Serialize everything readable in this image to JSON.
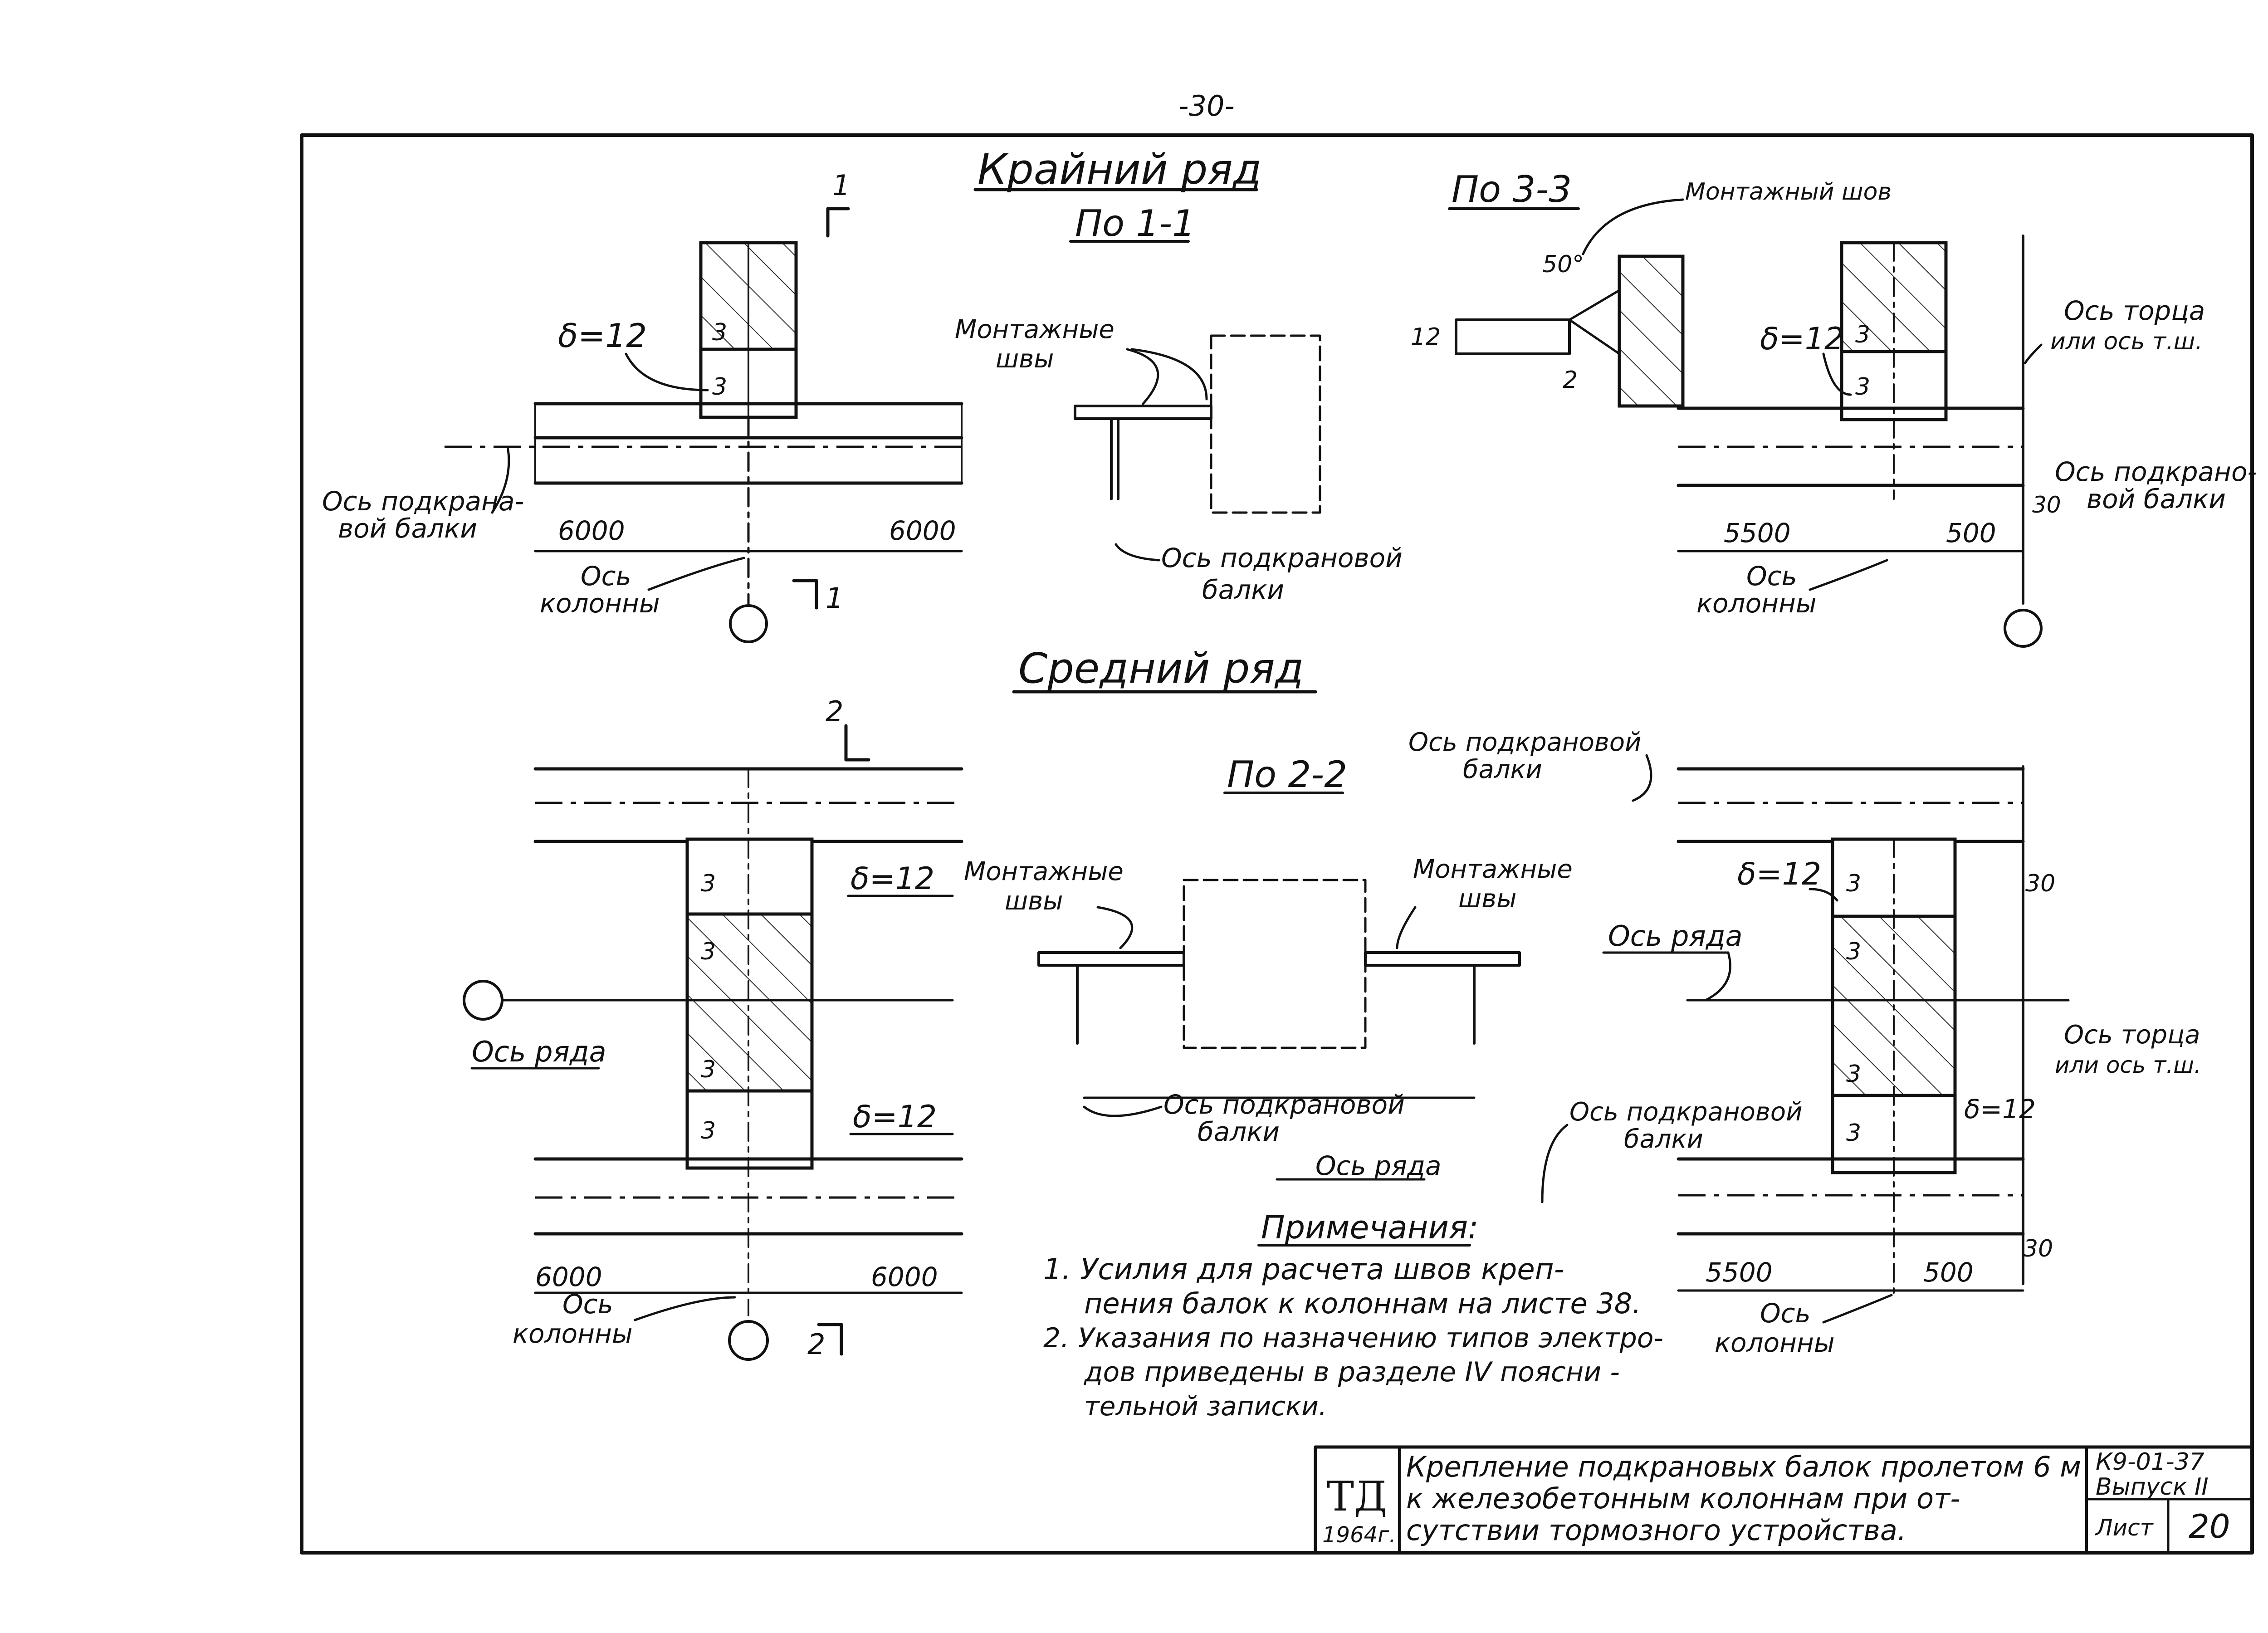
{
  "page_number": "-30-",
  "headings": {
    "edge_row": "Крайний ряд",
    "middle_row": "Средний ряд",
    "section_1_1": "По 1-1",
    "section_2_2": "По 2-2",
    "section_3_3": "По 3-3"
  },
  "labels": {
    "delta_12": "δ=12",
    "cut_1": "1",
    "cut_2": "2",
    "mark_3": "3",
    "mount_welds_1": "Монтажные",
    "mount_welds_2": "швы",
    "mount_weld_single": "Монтажный шов",
    "crane_beam_axis_1": "Ось подкрана-",
    "crane_beam_axis_2": "вой балки",
    "crane_beam_axis_a": "Ось подкрановой",
    "crane_beam_axis_b": "балки",
    "crane_beam_axis_c": "Ось подкрано-",
    "column_axis_1": "Ось",
    "column_axis_2": "колонны",
    "row_axis": "Ось ряда",
    "end_axis_1": "Ось торца",
    "end_axis_2": "или ось т.ш.",
    "angle_50": "50°",
    "dim_12": "12",
    "dim_2": "2"
  },
  "dimensions": {
    "span_left": "6000",
    "span_right": "6000",
    "span_5500": "5500",
    "span_500": "500",
    "gap_30": "30"
  },
  "notes": {
    "title": "Примечания:",
    "items": [
      "1. Усилия для расчета швов креп-",
      "пения балок к колоннам на листе 38.",
      "2. Указания по назначению типов электро-",
      "дов приведены в разделе IV поясни -",
      "тельной записки."
    ]
  },
  "title_block": {
    "org": "ТД",
    "year": "1964г.",
    "title_lines": [
      "Крепление подкрановых балок пролетом 6 м",
      "к железобетонным колоннам при от-",
      "сутствии тормозного устройства."
    ],
    "series": "К9-01-37",
    "issue": "Выпуск II",
    "sheet_label": "Лист",
    "sheet_number": "20"
  }
}
